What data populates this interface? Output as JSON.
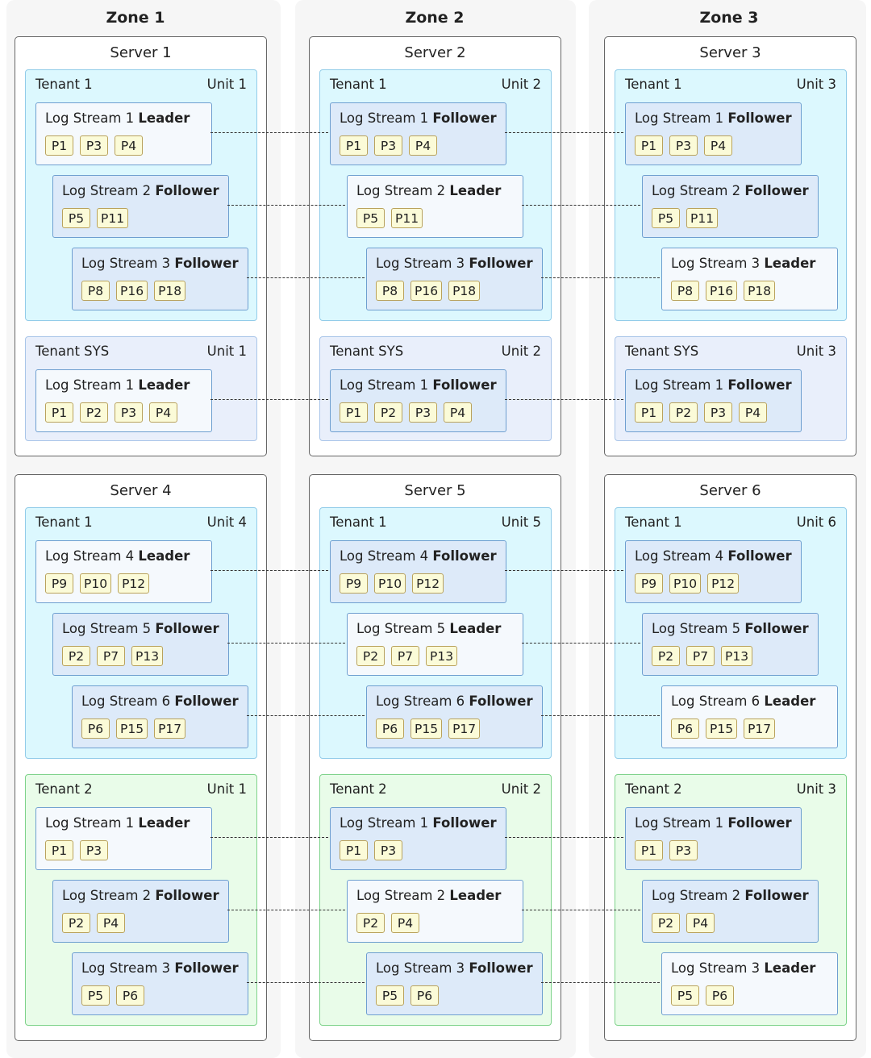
{
  "zones": [
    {
      "title": "Zone 1"
    },
    {
      "title": "Zone 2"
    },
    {
      "title": "Zone 3"
    }
  ],
  "servers": [
    {
      "title": "Server 1",
      "tenants": [
        {
          "name": "Tenant 1",
          "unit": "Unit 1",
          "style": "cyan",
          "streams": [
            {
              "name": "Log Stream 1",
              "role": "Leader",
              "partitions": [
                "P1",
                "P3",
                "P4"
              ]
            },
            {
              "name": "Log Stream 2",
              "role": "Follower",
              "partitions": [
                "P5",
                "P11"
              ]
            },
            {
              "name": "Log Stream 3",
              "role": "Follower",
              "partitions": [
                "P8",
                "P16",
                "P18"
              ]
            }
          ]
        },
        {
          "name": "Tenant SYS",
          "unit": "Unit 1",
          "style": "sys",
          "streams": [
            {
              "name": "Log Stream 1",
              "role": "Leader",
              "partitions": [
                "P1",
                "P2",
                "P3",
                "P4"
              ]
            }
          ]
        }
      ]
    },
    {
      "title": "Server 2",
      "tenants": [
        {
          "name": "Tenant 1",
          "unit": "Unit 2",
          "style": "cyan",
          "streams": [
            {
              "name": "Log Stream 1",
              "role": "Follower",
              "partitions": [
                "P1",
                "P3",
                "P4"
              ]
            },
            {
              "name": "Log Stream 2",
              "role": "Leader",
              "partitions": [
                "P5",
                "P11"
              ]
            },
            {
              "name": "Log Stream 3",
              "role": "Follower",
              "partitions": [
                "P8",
                "P16",
                "P18"
              ]
            }
          ]
        },
        {
          "name": "Tenant SYS",
          "unit": "Unit 2",
          "style": "sys",
          "streams": [
            {
              "name": "Log Stream 1",
              "role": "Follower",
              "partitions": [
                "P1",
                "P2",
                "P3",
                "P4"
              ]
            }
          ]
        }
      ]
    },
    {
      "title": "Server 3",
      "tenants": [
        {
          "name": "Tenant 1",
          "unit": "Unit 3",
          "style": "cyan",
          "streams": [
            {
              "name": "Log Stream 1",
              "role": "Follower",
              "partitions": [
                "P1",
                "P3",
                "P4"
              ]
            },
            {
              "name": "Log Stream 2",
              "role": "Follower",
              "partitions": [
                "P5",
                "P11"
              ]
            },
            {
              "name": "Log Stream 3",
              "role": "Leader",
              "partitions": [
                "P8",
                "P16",
                "P18"
              ]
            }
          ]
        },
        {
          "name": "Tenant SYS",
          "unit": "Unit 3",
          "style": "sys",
          "streams": [
            {
              "name": "Log Stream 1",
              "role": "Follower",
              "partitions": [
                "P1",
                "P2",
                "P3",
                "P4"
              ]
            }
          ]
        }
      ]
    },
    {
      "title": "Server 4",
      "tenants": [
        {
          "name": "Tenant 1",
          "unit": "Unit 4",
          "style": "cyan",
          "streams": [
            {
              "name": "Log Stream 4",
              "role": "Leader",
              "partitions": [
                "P9",
                "P10",
                "P12"
              ]
            },
            {
              "name": "Log Stream 5",
              "role": "Follower",
              "partitions": [
                "P2",
                "P7",
                "P13"
              ]
            },
            {
              "name": "Log Stream 6",
              "role": "Follower",
              "partitions": [
                "P6",
                "P15",
                "P17"
              ]
            }
          ]
        },
        {
          "name": "Tenant 2",
          "unit": "Unit 1",
          "style": "green",
          "streams": [
            {
              "name": "Log Stream 1",
              "role": "Leader",
              "partitions": [
                "P1",
                "P3"
              ]
            },
            {
              "name": "Log Stream 2",
              "role": "Follower",
              "partitions": [
                "P2",
                "P4"
              ]
            },
            {
              "name": "Log Stream 3",
              "role": "Follower",
              "partitions": [
                "P5",
                "P6"
              ]
            }
          ]
        }
      ]
    },
    {
      "title": "Server 5",
      "tenants": [
        {
          "name": "Tenant 1",
          "unit": "Unit 5",
          "style": "cyan",
          "streams": [
            {
              "name": "Log Stream 4",
              "role": "Follower",
              "partitions": [
                "P9",
                "P10",
                "P12"
              ]
            },
            {
              "name": "Log Stream 5",
              "role": "Leader",
              "partitions": [
                "P2",
                "P7",
                "P13"
              ]
            },
            {
              "name": "Log Stream 6",
              "role": "Follower",
              "partitions": [
                "P6",
                "P15",
                "P17"
              ]
            }
          ]
        },
        {
          "name": "Tenant 2",
          "unit": "Unit 2",
          "style": "green",
          "streams": [
            {
              "name": "Log Stream 1",
              "role": "Follower",
              "partitions": [
                "P1",
                "P3"
              ]
            },
            {
              "name": "Log Stream 2",
              "role": "Leader",
              "partitions": [
                "P2",
                "P4"
              ]
            },
            {
              "name": "Log Stream 3",
              "role": "Follower",
              "partitions": [
                "P5",
                "P6"
              ]
            }
          ]
        }
      ]
    },
    {
      "title": "Server 6",
      "tenants": [
        {
          "name": "Tenant 1",
          "unit": "Unit 6",
          "style": "cyan",
          "streams": [
            {
              "name": "Log Stream 4",
              "role": "Follower",
              "partitions": [
                "P9",
                "P10",
                "P12"
              ]
            },
            {
              "name": "Log Stream 5",
              "role": "Follower",
              "partitions": [
                "P2",
                "P7",
                "P13"
              ]
            },
            {
              "name": "Log Stream 6",
              "role": "Leader",
              "partitions": [
                "P6",
                "P15",
                "P17"
              ]
            }
          ]
        },
        {
          "name": "Tenant 2",
          "unit": "Unit 3",
          "style": "green",
          "streams": [
            {
              "name": "Log Stream 1",
              "role": "Follower",
              "partitions": [
                "P1",
                "P3"
              ]
            },
            {
              "name": "Log Stream 2",
              "role": "Follower",
              "partitions": [
                "P2",
                "P4"
              ]
            },
            {
              "name": "Log Stream 3",
              "role": "Leader",
              "partitions": [
                "P5",
                "P6"
              ]
            }
          ]
        }
      ]
    }
  ],
  "colors": {
    "zone_background": "#f6f6f6",
    "server_border": "#666666",
    "tenant_cyan": "#dcf8fe",
    "tenant_sys": "#e9effb",
    "tenant_green": "#e9fce9",
    "leader_fill": "#f5f9fd",
    "follower_fill": "#ddeaf9",
    "partition_fill": "#fbfbd8",
    "partition_border": "#b9a25c"
  }
}
